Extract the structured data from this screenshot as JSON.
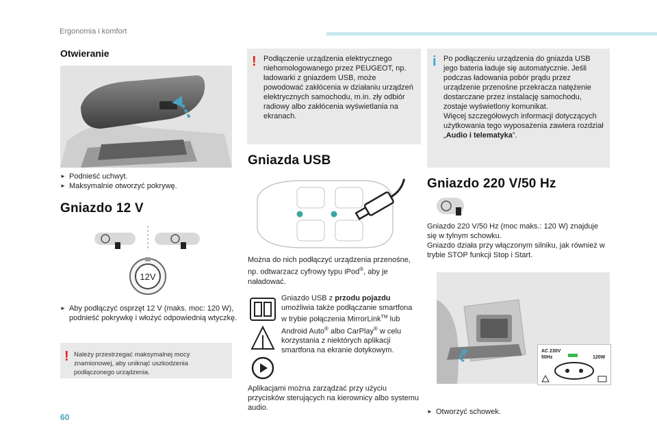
{
  "header": {
    "section": "Ergonomia i komfort"
  },
  "col1": {
    "opening_title": "Otwieranie",
    "opening_steps": [
      "Podnieść uchwyt.",
      "Maksymalnie otworzyć pokrywę."
    ],
    "socket12_title": "Gniazdo 12 V",
    "socket12_label": "12V",
    "socket12_step": "Aby podłączyć osprzęt 12 V (maks. moc: 120 W), podnieść pokrywkę i włożyć odpowiednią wtyczkę.",
    "socket12_note": "Należy przestrzegać maksymalnej mocy znamionowej, aby uniknąć uszkodzenia podłączonego urządzenia."
  },
  "col2": {
    "warning_note": "Podłączenie urządzenia elektrycznego niehomologowanego przez PEUGEOT, np. ładowarki z gniazdem USB, może powodować zakłócenia w działaniu urządzeń elektrycznych samochodu, m.in. zły odbiór radiowy albo zakłócenia wyświetlania na ekranach.",
    "usb_title": "Gniazda USB",
    "usb_text_1": "Można do nich podłączyć urządzenia przenośne, np. odtwarzacz cyfrowy typu iPod",
    "usb_text_1_sup": "®",
    "usb_text_1_end": ", aby je naładować.",
    "usb_front_1": "Gniazdo USB z ",
    "usb_front_bold": "przodu pojazdu",
    "usb_front_2": " umożliwia także podłączanie smartfona w trybie połączenia MirrorLink",
    "usb_front_tm": "TM",
    "usb_front_3": " lub Android Auto",
    "usb_front_reg": "®",
    "usb_front_4": " albo CarPlay",
    "usb_front_reg2": "®",
    "usb_front_5": " w celu korzystania z niektórych aplikacji smartfona na ekranie dotykowym.",
    "usb_apps": "Aplikacjami można zarządzać przy użyciu przycisków sterujących na kierownicy albo systemu audio."
  },
  "col3": {
    "info_note_1": "Po podłączeniu urządzenia do gniazda USB jego bateria ładuje się automatycznie. Jeśli podczas ładowania pobór prądu przez urządzenie przenośne przekracza natężenie dostarczane przez instalację samochodu, zostaje wyświetlony komunikat.",
    "info_note_2": "Więcej szczegółowych informacji dotyczących użytkowania tego wyposażenia zawiera rozdział „",
    "info_note_bold": "Audio i telematyka",
    "info_note_3": "”.",
    "socket230_title": "Gniazdo 220 V/50 Hz",
    "socket230_text_1": "Gniazdo 220 V/50 Hz (moc maks.: 120 W) znajduje się w tylnym schowku.",
    "socket230_text_2": "Gniazdo działa przy włączonym silniku, jak również w trybie STOP funkcji Stop i Start.",
    "socket_label_ac": "AC 230V",
    "socket_label_hz": "50Hz",
    "socket_label_w": "120W",
    "socket230_step": "Otworzyć schowek."
  },
  "footer": {
    "page": "60"
  },
  "colors": {
    "accent": "#4aa3c0",
    "header_bar": "#c7e8ef",
    "warning": "#e1251b",
    "info": "#3aa6d8",
    "note_bg": "#e9e9e9",
    "led": "#3ab54a"
  }
}
